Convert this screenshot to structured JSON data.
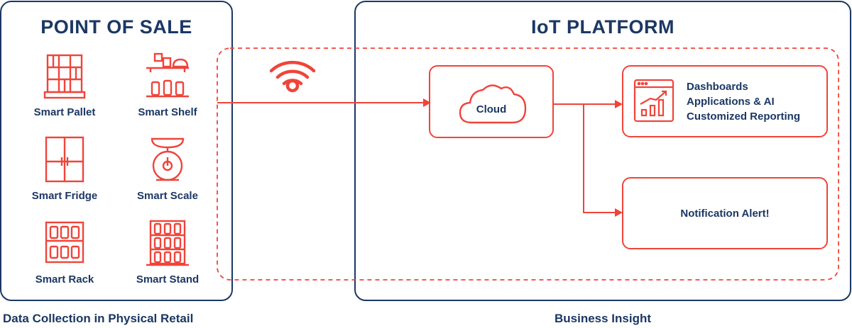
{
  "pos": {
    "title": "POINT OF SALE",
    "caption": "Data Collection in Physical Retail",
    "devices": [
      {
        "label": "Smart Pallet",
        "icon": "pallet-icon"
      },
      {
        "label": "Smart Shelf",
        "icon": "shelf-icon"
      },
      {
        "label": "Smart Fridge",
        "icon": "fridge-icon"
      },
      {
        "label": "Smart Scale",
        "icon": "scale-icon"
      },
      {
        "label": "Smart Rack",
        "icon": "rack-icon"
      },
      {
        "label": "Smart Stand",
        "icon": "stand-icon"
      }
    ]
  },
  "iot": {
    "title": "IoT PLATFORM",
    "caption": "Business Insight",
    "cloud_label": "Cloud",
    "insights_lines": [
      "Dashboards",
      "Applications & AI",
      "Customized Reporting"
    ],
    "notification_label": "Notification Alert!"
  },
  "colors": {
    "navy": "#1b3764",
    "accent": "#f0443a"
  },
  "icons": [
    "wifi-icon",
    "cloud-icon",
    "chart-window-icon"
  ]
}
